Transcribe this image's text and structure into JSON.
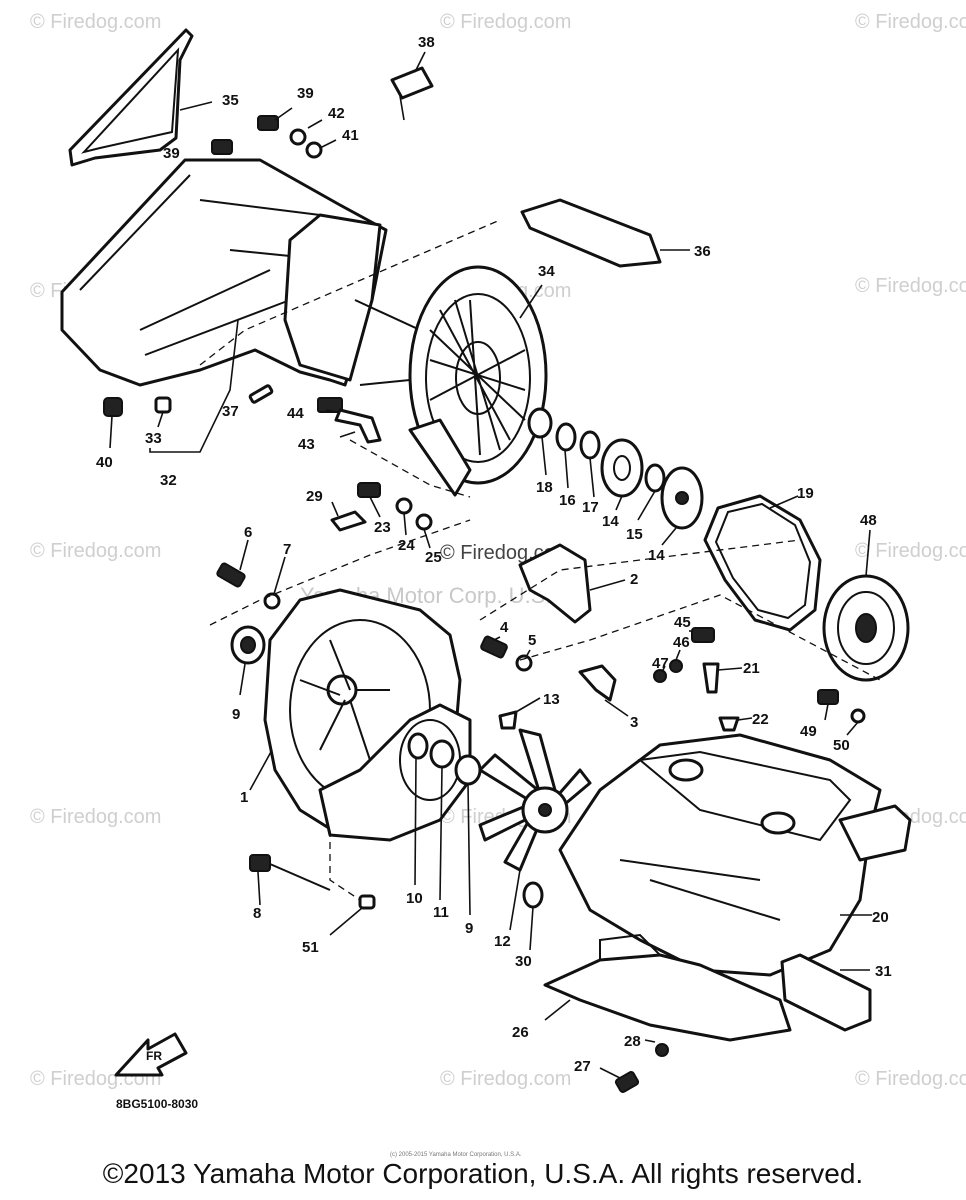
{
  "watermark": {
    "text": "© Firedog.com",
    "center_text": "© Firedog.com",
    "faint_text": "Yamaha Motor Corp. U.S.A."
  },
  "callouts": [
    {
      "n": "35"
    },
    {
      "n": "38"
    },
    {
      "n": "39"
    },
    {
      "n": "42"
    },
    {
      "n": "41"
    },
    {
      "n": "39"
    },
    {
      "n": "36"
    },
    {
      "n": "34"
    },
    {
      "n": "40"
    },
    {
      "n": "33"
    },
    {
      "n": "32"
    },
    {
      "n": "37"
    },
    {
      "n": "44"
    },
    {
      "n": "43"
    },
    {
      "n": "18"
    },
    {
      "n": "16"
    },
    {
      "n": "17"
    },
    {
      "n": "14"
    },
    {
      "n": "15"
    },
    {
      "n": "14"
    },
    {
      "n": "19"
    },
    {
      "n": "48"
    },
    {
      "n": "29"
    },
    {
      "n": "23"
    },
    {
      "n": "24"
    },
    {
      "n": "25"
    },
    {
      "n": "6"
    },
    {
      "n": "7"
    },
    {
      "n": "2"
    },
    {
      "n": "4"
    },
    {
      "n": "5"
    },
    {
      "n": "46"
    },
    {
      "n": "45"
    },
    {
      "n": "47"
    },
    {
      "n": "21"
    },
    {
      "n": "9"
    },
    {
      "n": "13"
    },
    {
      "n": "3"
    },
    {
      "n": "22"
    },
    {
      "n": "49"
    },
    {
      "n": "50"
    },
    {
      "n": "1"
    },
    {
      "n": "10"
    },
    {
      "n": "11"
    },
    {
      "n": "9"
    },
    {
      "n": "12"
    },
    {
      "n": "20"
    },
    {
      "n": "8"
    },
    {
      "n": "51"
    },
    {
      "n": "30"
    },
    {
      "n": "31"
    },
    {
      "n": "26"
    },
    {
      "n": "28"
    },
    {
      "n": "27"
    }
  ],
  "fr_badge": "FR",
  "diagram_code": "8BG5100-8030",
  "tiny_note": "(c) 2005-2015 Yamaha Motor Corporation, U.S.A.",
  "copyright": "©2013 Yamaha Motor Corporation, U.S.A. All rights reserved."
}
